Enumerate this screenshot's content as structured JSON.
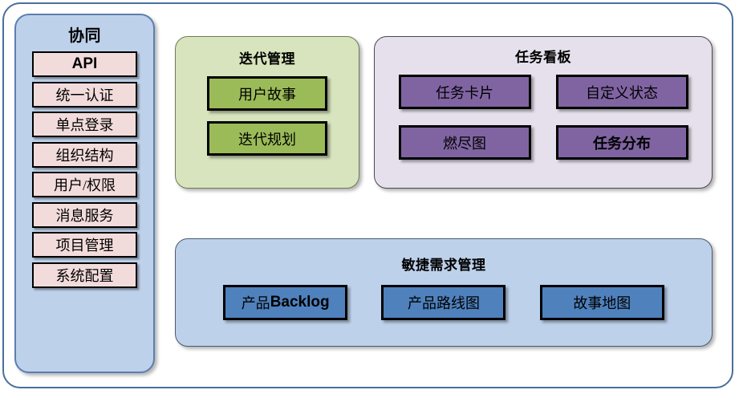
{
  "diagram": {
    "title_semantic": "agile-collaboration-platform-architecture",
    "colors": {
      "frame_border": "#4a6f9c",
      "sidebar_bg": "#bdd1ea",
      "sidebar_border": "#5b7fb0",
      "sidebar_item_bg": "#f2dcdb",
      "iteration_bg": "#d7e4bd",
      "iteration_box_bg": "#9bbb59",
      "taskboard_bg": "#e5e0ec",
      "taskboard_box_bg": "#8064a2",
      "agile_bg": "#bdd1ea",
      "agile_box_bg": "#4f81bd",
      "box_border": "#000000"
    }
  },
  "sidebar": {
    "title": "协同",
    "items": [
      {
        "label": "API",
        "bold": true
      },
      {
        "label": "统一认证",
        "bold": false
      },
      {
        "label": "单点登录",
        "bold": false
      },
      {
        "label": "组织结构",
        "bold": false
      },
      {
        "label": "用户/权限",
        "bold": false
      },
      {
        "label": "消息服务",
        "bold": false
      },
      {
        "label": "项目管理",
        "bold": false
      },
      {
        "label": "系统配置",
        "bold": false
      }
    ]
  },
  "iteration": {
    "title": "迭代管理",
    "items": [
      {
        "label": "用户故事"
      },
      {
        "label": "迭代规划"
      }
    ]
  },
  "taskboard": {
    "title": "任务看板",
    "items": [
      {
        "label": "任务卡片",
        "bold": false
      },
      {
        "label": "自定义状态",
        "bold": false
      },
      {
        "label": "燃尽图",
        "bold": false
      },
      {
        "label": "任务分布",
        "bold": true
      }
    ]
  },
  "agile": {
    "title": "敏捷需求管理",
    "items": [
      {
        "label_cjk": "产品",
        "label_latin": "Backlog"
      },
      {
        "label_cjk": "产品路线图",
        "label_latin": ""
      },
      {
        "label_cjk": "故事地图",
        "label_latin": ""
      }
    ]
  }
}
